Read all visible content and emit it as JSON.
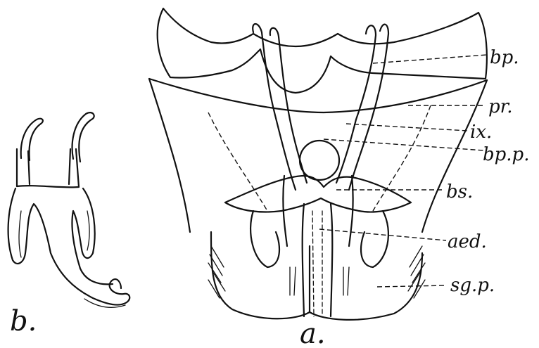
{
  "figure": {
    "panel_a_label": "a.",
    "panel_b_label": "b.",
    "labels": {
      "bp": "bp.",
      "pr": "pr.",
      "ix": "ix.",
      "bpp": "bp.p.",
      "bs": "bs.",
      "aed": "aed.",
      "sgp": "sg.p."
    }
  }
}
